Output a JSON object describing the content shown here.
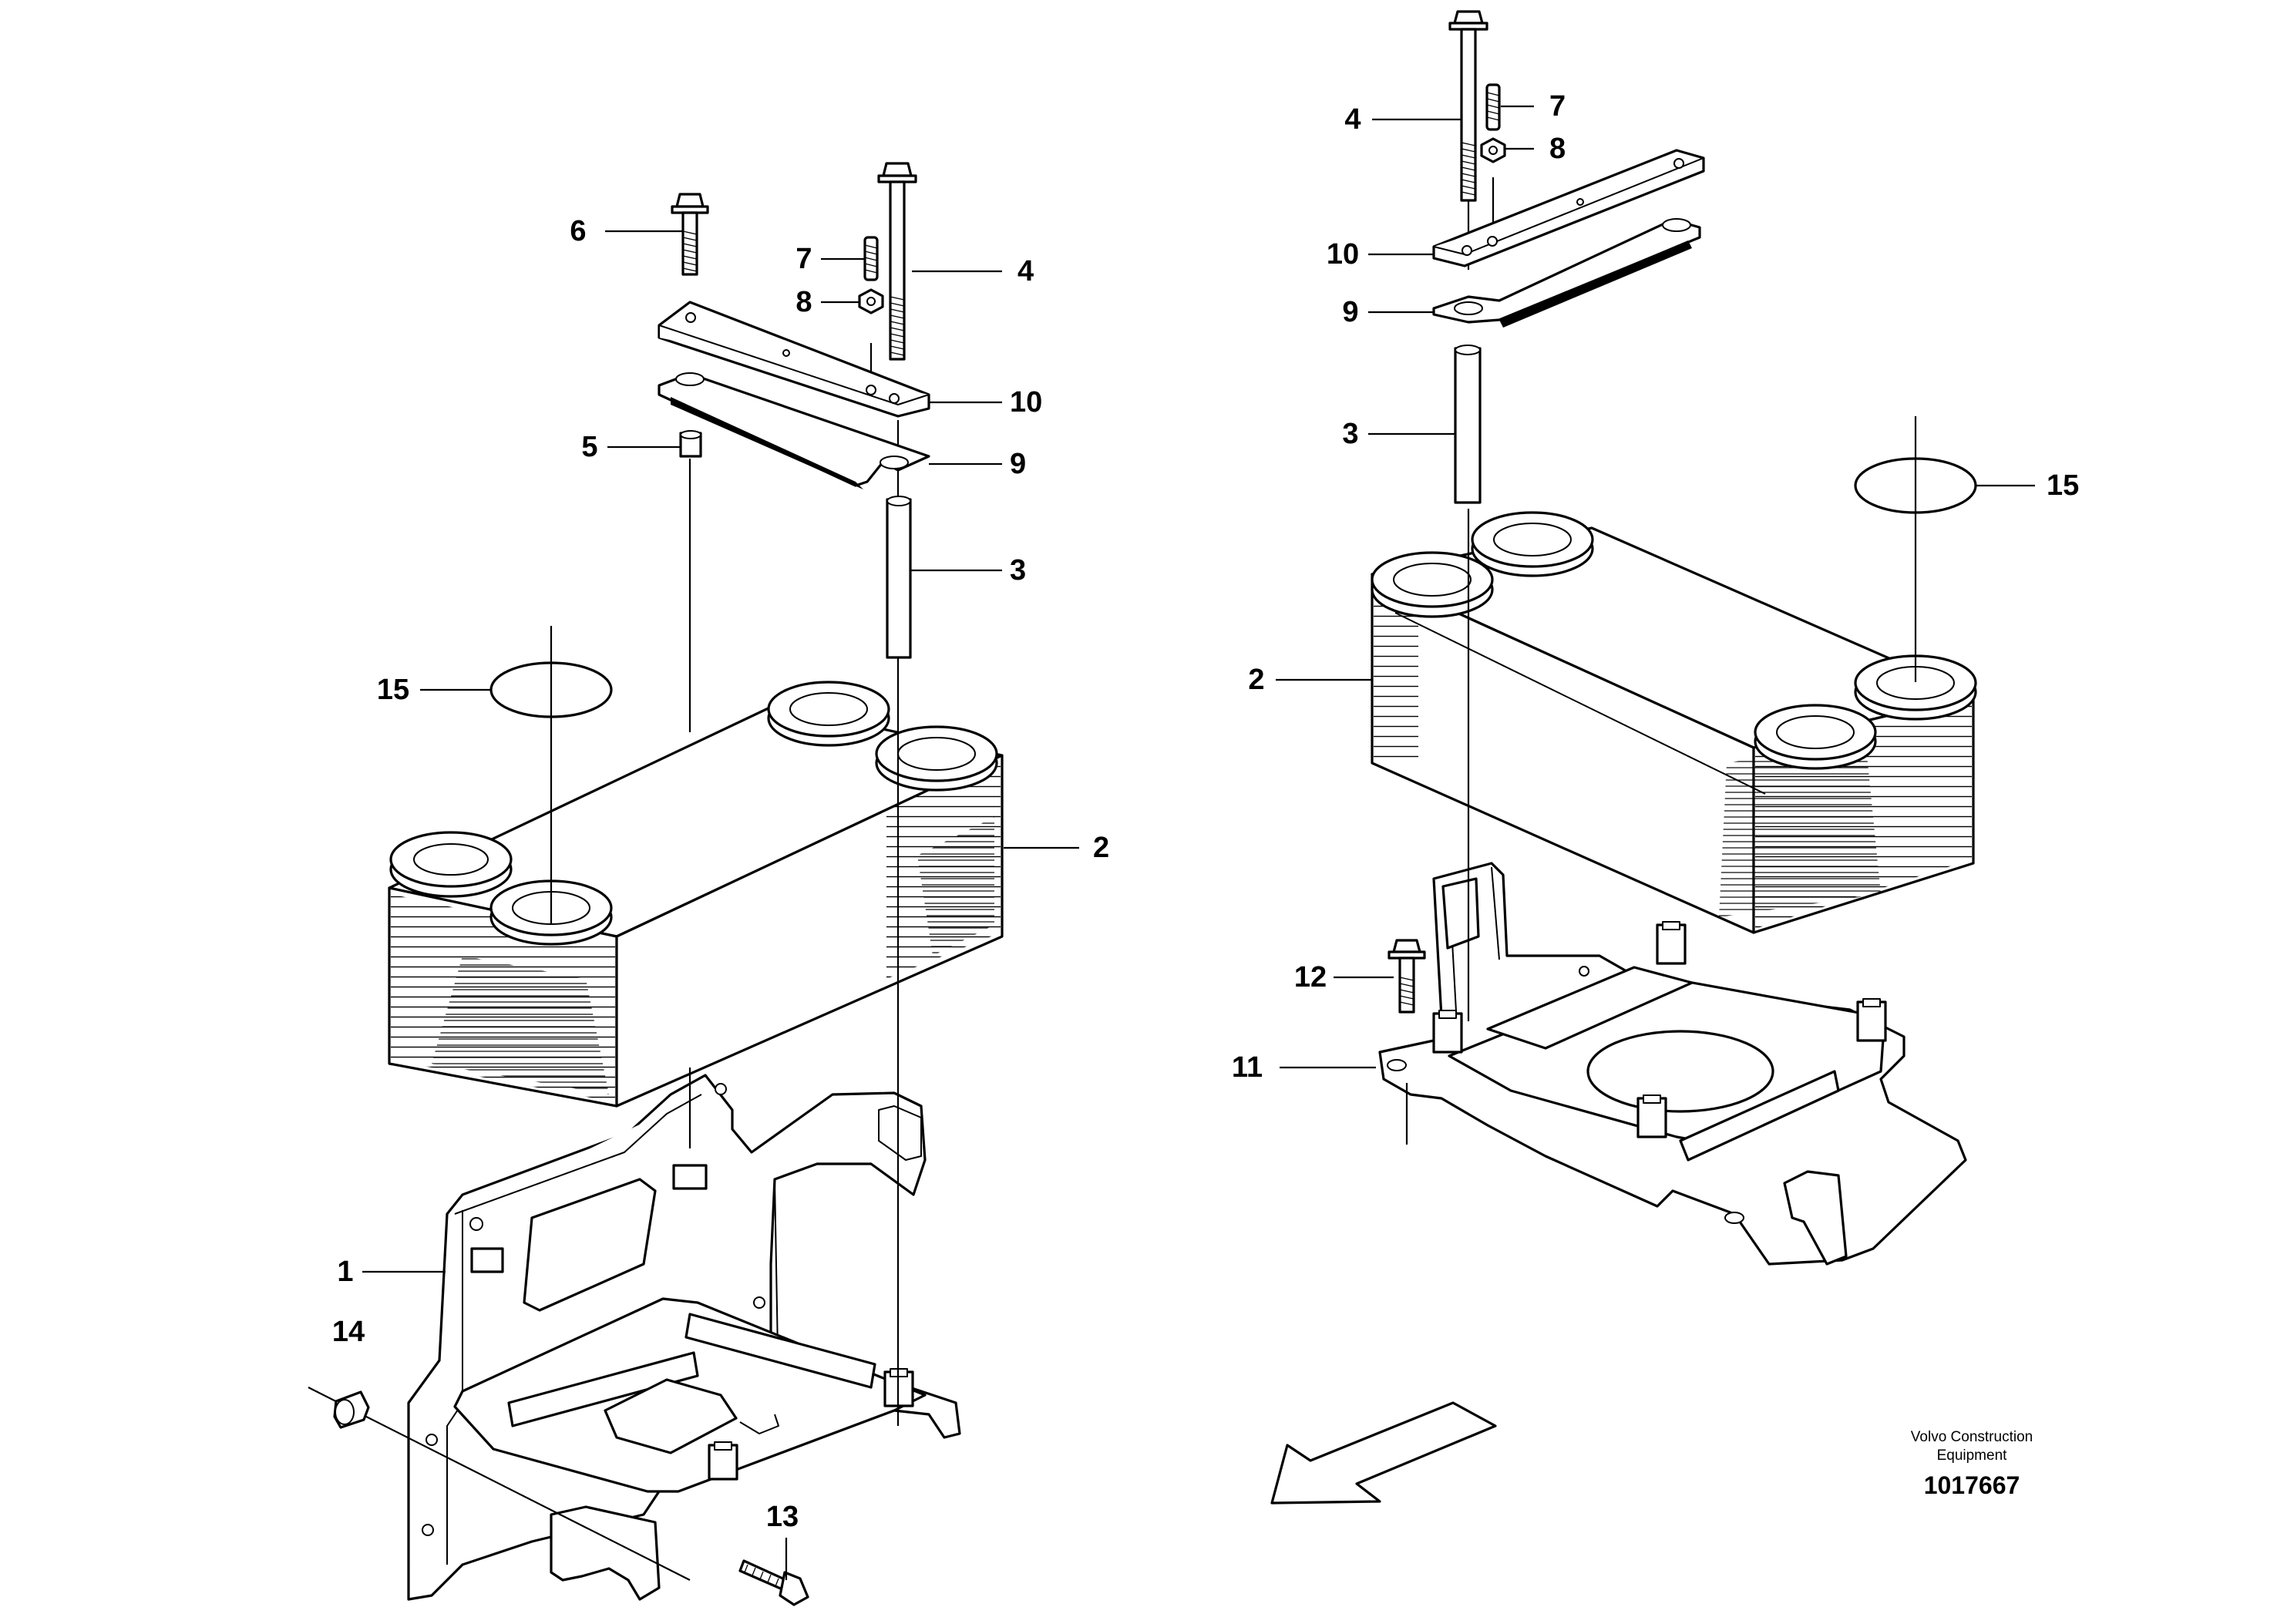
{
  "left_view": {
    "callouts": [
      {
        "part": "6",
        "label": "6"
      },
      {
        "part": "7",
        "label": "7"
      },
      {
        "part": "8",
        "label": "8"
      },
      {
        "part": "4",
        "label": "4"
      },
      {
        "part": "10",
        "label": "10"
      },
      {
        "part": "5",
        "label": "5"
      },
      {
        "part": "9",
        "label": "9"
      },
      {
        "part": "3",
        "label": "3"
      },
      {
        "part": "15",
        "label": "15"
      },
      {
        "part": "2",
        "label": "2"
      },
      {
        "part": "1",
        "label": "1"
      },
      {
        "part": "14",
        "label": "14"
      },
      {
        "part": "13",
        "label": "13"
      }
    ]
  },
  "right_view": {
    "callouts": [
      {
        "part": "4",
        "label": "4"
      },
      {
        "part": "7",
        "label": "7"
      },
      {
        "part": "8",
        "label": "8"
      },
      {
        "part": "10",
        "label": "10"
      },
      {
        "part": "9",
        "label": "9"
      },
      {
        "part": "3",
        "label": "3"
      },
      {
        "part": "15",
        "label": "15"
      },
      {
        "part": "2",
        "label": "2"
      },
      {
        "part": "12",
        "label": "12"
      },
      {
        "part": "11",
        "label": "11"
      }
    ]
  },
  "footer": {
    "credit_line1": "Volvo Construction",
    "credit_line2": "Equipment",
    "doc_number": "1017667"
  },
  "icons": [
    "direction-arrow-icon"
  ]
}
